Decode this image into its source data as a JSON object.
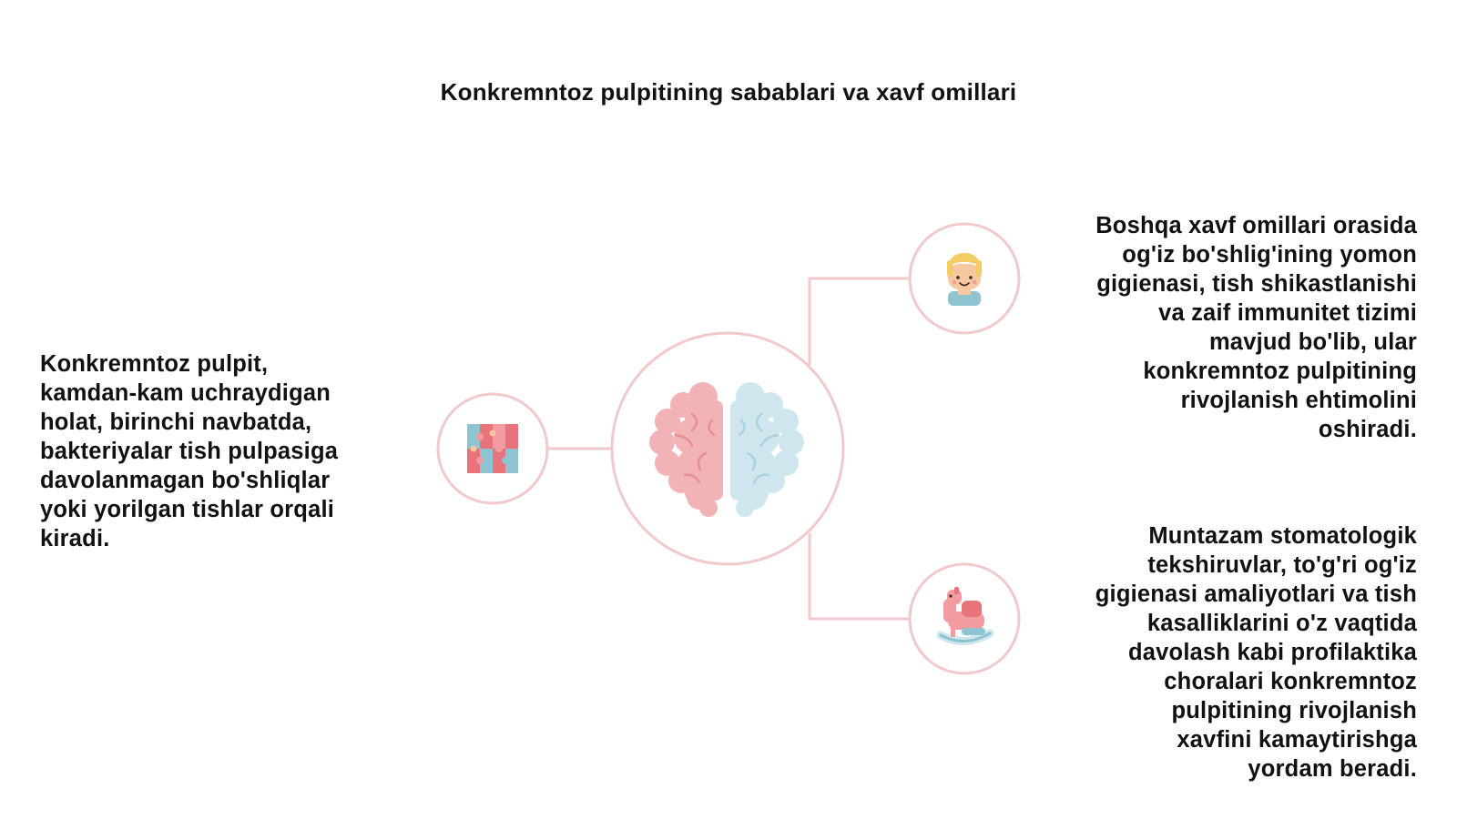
{
  "title": "Konkremntoz pulpitining sabablari va xavf omillari",
  "colors": {
    "ring": "#f1c9cb",
    "brain_left": "#f1b3b6",
    "brain_right": "#cfe6ee",
    "accent_red": "#e8737a",
    "accent_blue": "#8ec3d1",
    "skin": "#f6c89f",
    "hair": "#f3cd63"
  },
  "center": {
    "icon": "brain-icon"
  },
  "nodes": [
    {
      "id": "left",
      "icon": "puzzle-icon",
      "text": "Konkremntoz pulpit,\nkamdan-kam uchraydigan\nholat, birinchi navbatda,\nbakteriyalar tish pulpasiga\ndavolanmagan bo'shliqlar\nyoki yorilgan tishlar orqali\nkiradi."
    },
    {
      "id": "right-top",
      "icon": "child-face-icon",
      "text": "Boshqa xavf omillari orasida\nog'iz bo'shlig'ining yomon\ngigienasi, tish shikastlanishi\nva zaif immunitet tizimi\nmavjud bo'lib, ular\nkonkremntoz pulpitining\nrivojlanish ehtimolini\noshiradi."
    },
    {
      "id": "right-bottom",
      "icon": "rocking-horse-icon",
      "text": "Muntazam stomatologik\ntekshiruvlar, to'g'ri og'iz\ngigienasi amaliyotlari va tish\nkasalliklarini o'z vaqtida\ndavolash kabi profilaktika\nchoralari konkremntoz\npulpitining rivojlanish\nxavfini kamaytirishga\nyordam beradi."
    }
  ]
}
